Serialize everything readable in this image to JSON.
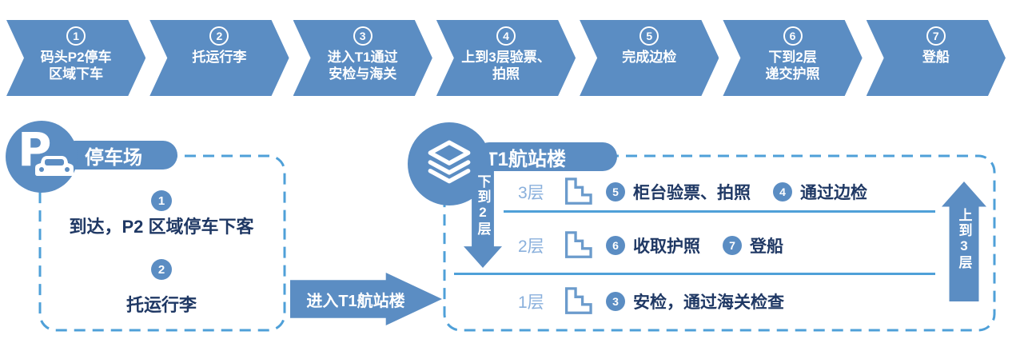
{
  "colors": {
    "shape_blue": "#5B8DC3",
    "dash_blue": "#4FA0D8",
    "navy_text": "#1F3864",
    "floor_label_blue": "#8AB0DC"
  },
  "process_steps": [
    {
      "num": "1",
      "lines": [
        "码头P2停车",
        "区域下车"
      ]
    },
    {
      "num": "2",
      "lines": [
        "托运行李"
      ]
    },
    {
      "num": "3",
      "lines": [
        "进入T1通过",
        "安检与海关"
      ]
    },
    {
      "num": "4",
      "lines": [
        "上到3层验票、",
        "拍照"
      ]
    },
    {
      "num": "5",
      "lines": [
        "完成边检"
      ]
    },
    {
      "num": "6",
      "lines": [
        "下到2层",
        "递交护照"
      ]
    },
    {
      "num": "7",
      "lines": [
        "登船"
      ]
    }
  ],
  "parking": {
    "title": "停车场",
    "icon": "parking-p-car-icon",
    "steps": [
      {
        "num": "1",
        "text": "到达，P2 区域停车下客"
      },
      {
        "num": "2",
        "text": "托运行李"
      }
    ]
  },
  "transition": {
    "label": "进入T1航站楼"
  },
  "terminal": {
    "title": "T1航站楼",
    "icon": "layers-icon",
    "down_arrow_label": "下到2层",
    "up_arrow_label": "上到3层",
    "floors": [
      {
        "label": "3层",
        "items": [
          {
            "num": "5",
            "text": "柜台验票、拍照"
          },
          {
            "num": "4",
            "text": "通过边检"
          }
        ]
      },
      {
        "label": "2层",
        "items": [
          {
            "num": "6",
            "text": "收取护照"
          },
          {
            "num": "7",
            "text": "登船"
          }
        ]
      },
      {
        "label": "1层",
        "items": [
          {
            "num": "3",
            "text": "安检，通过海关检查"
          }
        ]
      }
    ]
  }
}
